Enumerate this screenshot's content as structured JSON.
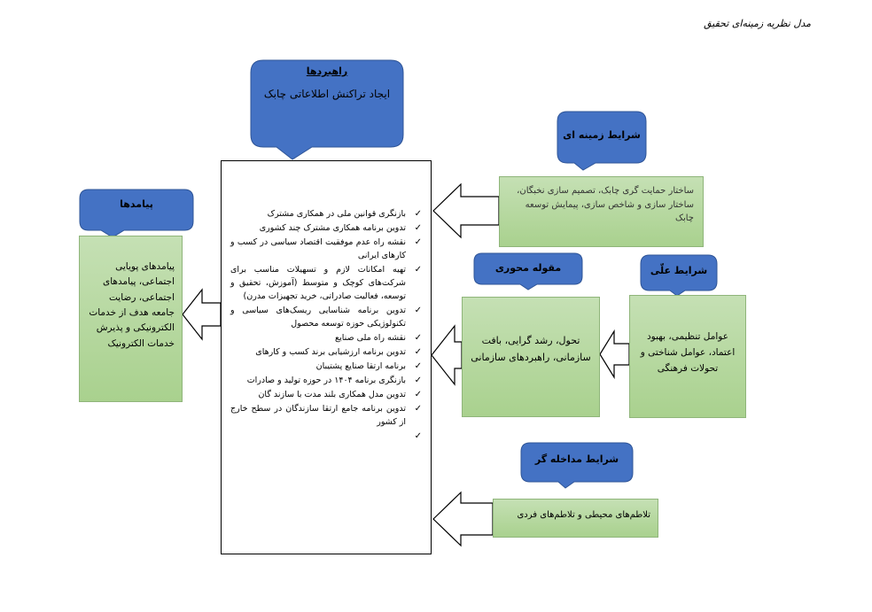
{
  "page_title": "مدل نظریه زمینه‌ای تحقیق",
  "strategies": {
    "heading": "راهبردها",
    "subtitle": "ایجاد تراکنش اطلاعاتی چابک",
    "items": [
      "بازنگری قوانین ملی در همکاری مشترک",
      "تدوین برنامه همکاری مشترک چند کشوری",
      "نقشه راه عدم موفقیت اقتصاد سیاسی در کسب و کارهای ایرانی",
      "تهیه امکانات لازم و تسهیلات مناسب برای شرکت‌های کوچک و متوسط (آموزش، تحقیق و توسعه، فعالیت صادراتی، خرید تجهیزات مدرن)",
      "تدوین برنامه شناسایی ریسک‌های سیاسی و تکنولوژیکی حوزه توسعه محصول",
      "نقشه راه ملی صنایع",
      "تدوین برنامه ارزشیابی برند کسب و کارهای",
      "برنامه ارتقا صنایع پشتیبان",
      "بازنگری برنامه ۱۴۰۴ در حوزه تولید و صادرات",
      "تدوین مدل همکاری بلند مدت با سازند گان",
      "تدوین برنامه جامع ارتقا سازندگان در سطح خارج از کشور",
      ""
    ],
    "check_glyph": "✓"
  },
  "outcomes": {
    "heading": "پیامدها",
    "text": "پیامدهای پویایی اجتماعی، پیامدهای اجتماعی، رضایت جامعه هدف از خدمات الکترونیکی و پذیرش خدمات الکترونیک"
  },
  "context": {
    "heading": "شرایط زمینه ای",
    "text": "ساختار حمایت گری چابک، تصمیم سازی نخبگان، ساختار سازی و شاخص سازی، پیمایش توسعه چابک"
  },
  "core": {
    "heading": "مقوله محوری",
    "text": "تحول، رشد گرایی، بافت سازمانی، راهبردهای سازمانی"
  },
  "causal": {
    "heading": "شرایط علّی",
    "text": "عوامل تنظیمی، بهبود اعتماد، عوامل شناختی و تحولات فرهنگی"
  },
  "intervening": {
    "heading": "شرایط مداخله گر",
    "text": "تلاطم‌های محیطی و تلاطم‌های فردی"
  },
  "colors": {
    "callout": "#4472c4",
    "green_top": "#c5e0b4",
    "green_bottom": "#a9d18e",
    "arrow_fill": "#ffffff",
    "arrow_stroke": "#000000"
  }
}
